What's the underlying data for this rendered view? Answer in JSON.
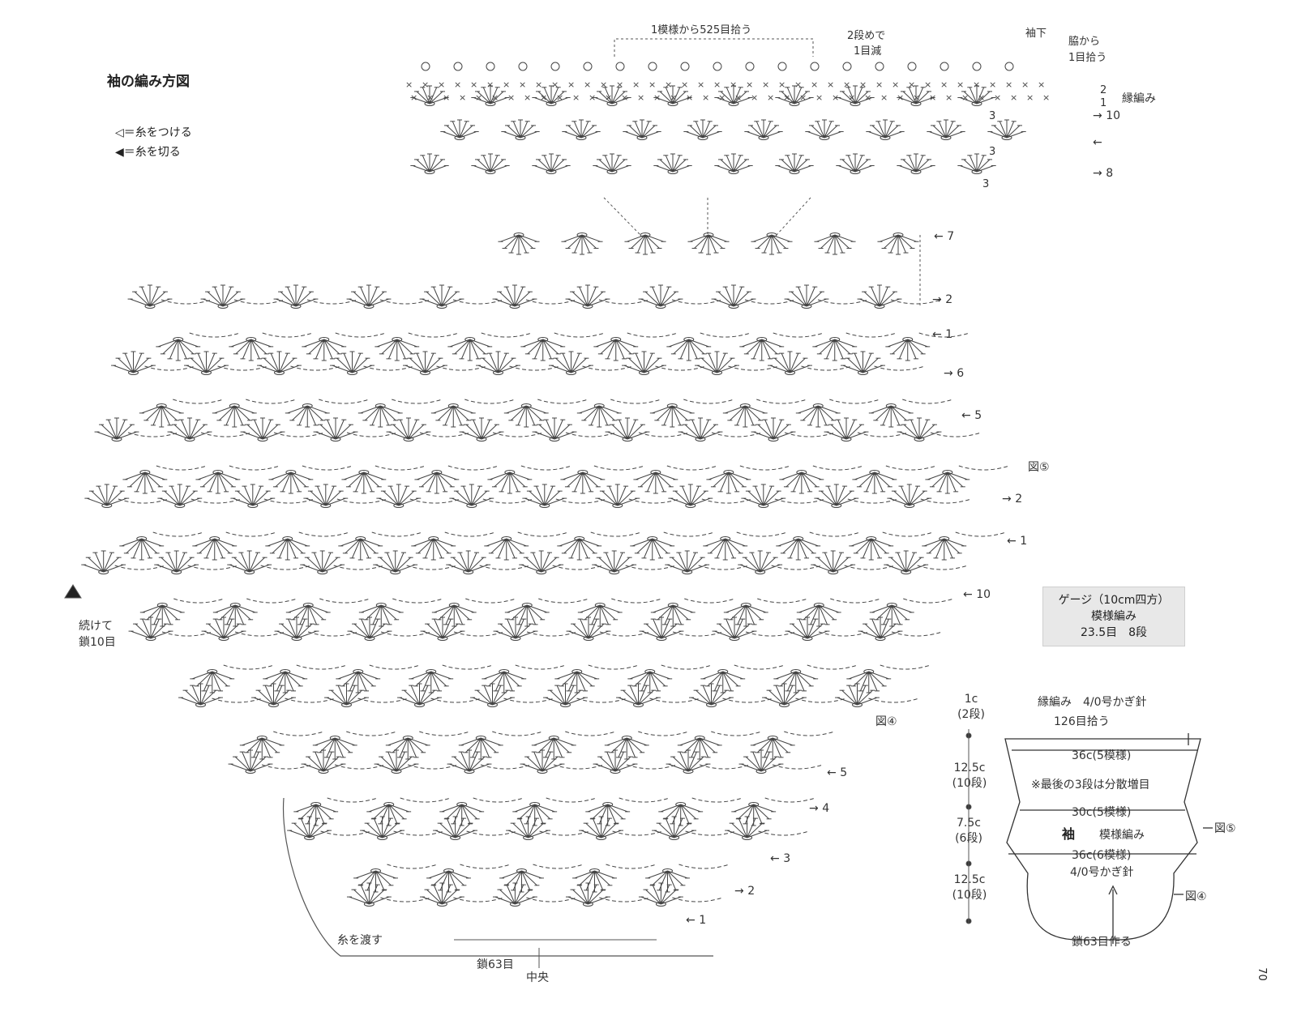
{
  "title": "袖の編み方図",
  "legend": [
    {
      "symbol": "◁",
      "text": "＝糸をつける"
    },
    {
      "symbol": "◀",
      "text": "＝糸を切る"
    }
  ],
  "edging_chart": {
    "pickup_note": "1模様から525目拾う",
    "decrease_note": [
      "2段めで",
      "1目減"
    ],
    "underarm": "袖下",
    "side_pickup": [
      "脇から",
      "1目拾う"
    ],
    "edging_label": "縁編み",
    "edging_rows": [
      "2",
      "1"
    ],
    "repeat_counts": [
      "3",
      "3",
      "3"
    ],
    "row_markers": [
      "10",
      "",
      "8",
      "7"
    ]
  },
  "main_chart": {
    "top_rows": [
      "2",
      "1",
      "6",
      "5"
    ],
    "fig5": "図⑤",
    "fig5_rows": [
      "2",
      "1",
      "10"
    ],
    "lower_rows": [
      "5",
      "4",
      "3",
      "2",
      "1"
    ],
    "continue_note": [
      "続けて",
      "鎖10目"
    ],
    "pass_yarn": "糸を渡す",
    "chain_count": "鎖63目",
    "center": "中央"
  },
  "gauge": {
    "title": "ゲージ（10cm四方）",
    "pattern": "模様編み",
    "values": "23.5目　8段"
  },
  "fig4": "図④",
  "measurements": {
    "labels": [
      {
        "value": "1c",
        "rows": "(2段)"
      },
      {
        "value": "12.5c",
        "rows": "(10段)"
      },
      {
        "value": "7.5c",
        "rows": "(6段)"
      },
      {
        "value": "12.5c",
        "rows": "(10段)"
      }
    ]
  },
  "schematic": {
    "edging": "縁編み　4/0号かぎ針",
    "pickup": "126目拾う",
    "width_top": "36c(5模様)",
    "note": "※最後の3段は分散増目",
    "width_mid": "30c(5模様)",
    "part_name": "袖",
    "part_pattern": "模様編み",
    "width_bottom": "36c(6模様)",
    "hook": "4/0号かぎ針",
    "fig5_ref": "図⑤",
    "fig4_ref": "図④",
    "start": "鎖63目作る"
  },
  "page_number": "70"
}
